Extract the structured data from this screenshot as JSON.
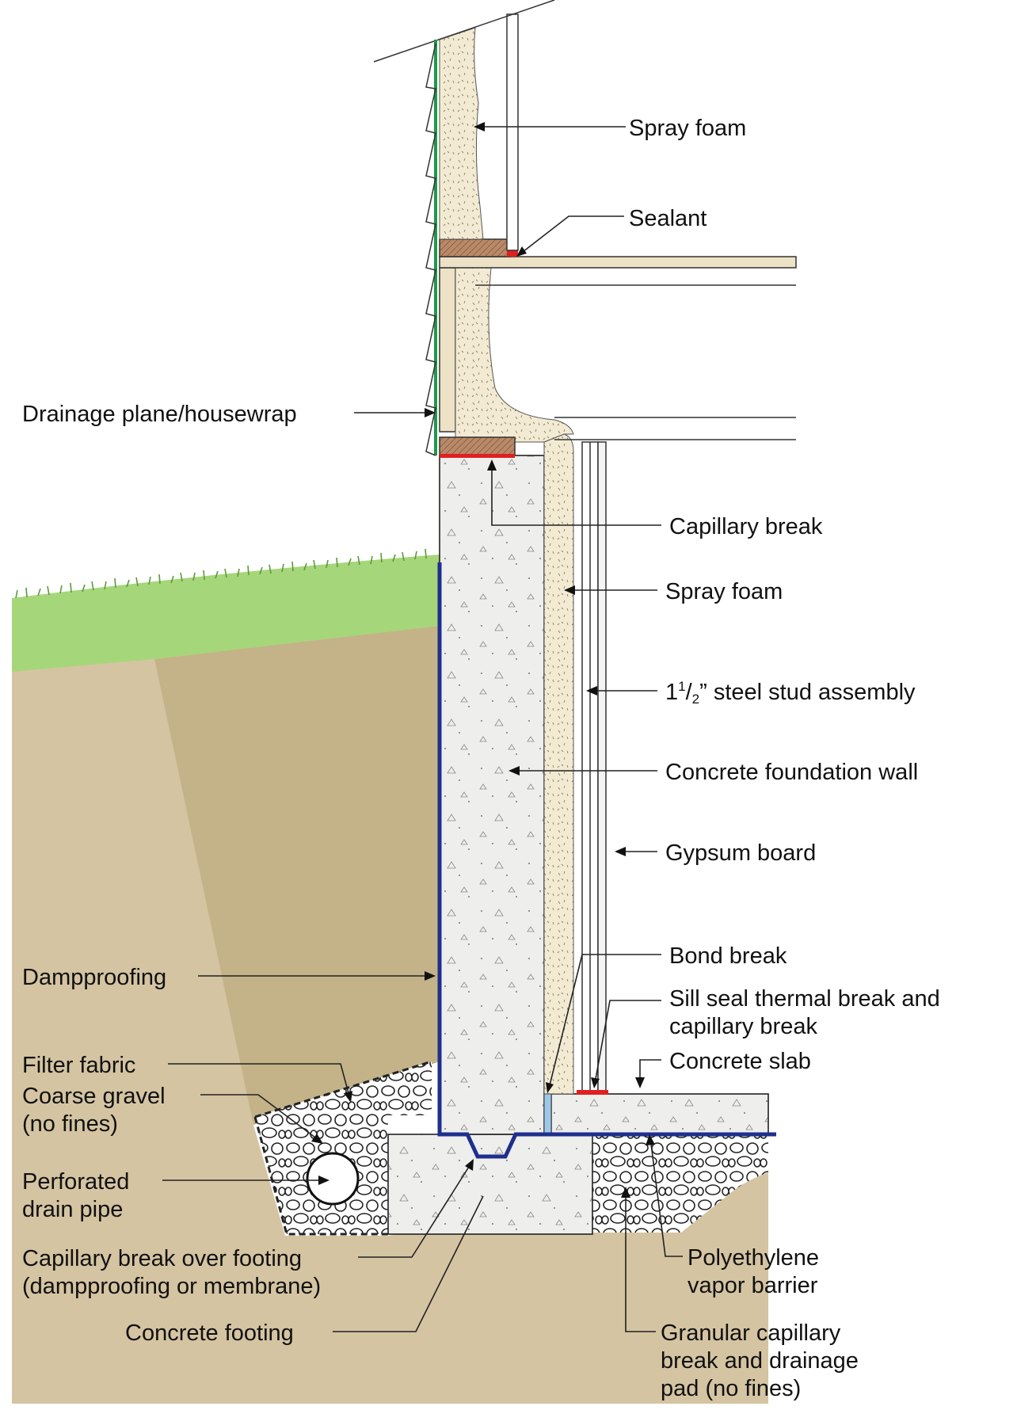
{
  "labels": {
    "spray_foam_upper": "Spray foam",
    "sealant": "Sealant",
    "drainage_plane": "Drainage plane/housewrap",
    "capillary_break_sill": "Capillary break",
    "spray_foam_lower": "Spray foam",
    "steel_stud_prefix": "1",
    "steel_stud_sup": "1",
    "steel_stud_slash": "/",
    "steel_stud_sub": "2",
    "steel_stud_suffix": "” steel stud assembly",
    "concrete_wall": "Concrete foundation wall",
    "gypsum_board": "Gypsum board",
    "bond_break": "Bond break",
    "sill_seal_line1": "Sill seal thermal break and",
    "sill_seal_line2": "capillary break",
    "concrete_slab": "Concrete slab",
    "dampproofing": "Dampproofing",
    "filter_fabric": "Filter fabric",
    "coarse_gravel_line1": "Coarse gravel",
    "coarse_gravel_line2": "(no fines)",
    "drain_pipe_line1": "Perforated",
    "drain_pipe_line2": "drain pipe",
    "cap_break_footing_line1": "Capillary break over footing",
    "cap_break_footing_line2": "(dampproofing or membrane)",
    "concrete_footing": "Concrete footing",
    "poly_line1": "Polyethylene",
    "poly_line2": "vapor barrier",
    "granular_line1": "Granular capillary",
    "granular_line2": "break and drainage",
    "granular_line3": "pad (no fines)"
  },
  "colors": {
    "soil": "#d5c4a2",
    "backfill": "#c4b388",
    "grass": "#a6d67a",
    "grass_blade": "#5a9a3a",
    "concrete": "#eeeeec",
    "spray_foam": "#f2ead2",
    "wood_sill": "#b98a6a",
    "wood_subfloor": "#ede2c6",
    "dampproofing": "#1e2f8e",
    "sealant": "#e02020",
    "housewrap": "#1e9a4a",
    "bond_break": "#9ec8e8"
  }
}
